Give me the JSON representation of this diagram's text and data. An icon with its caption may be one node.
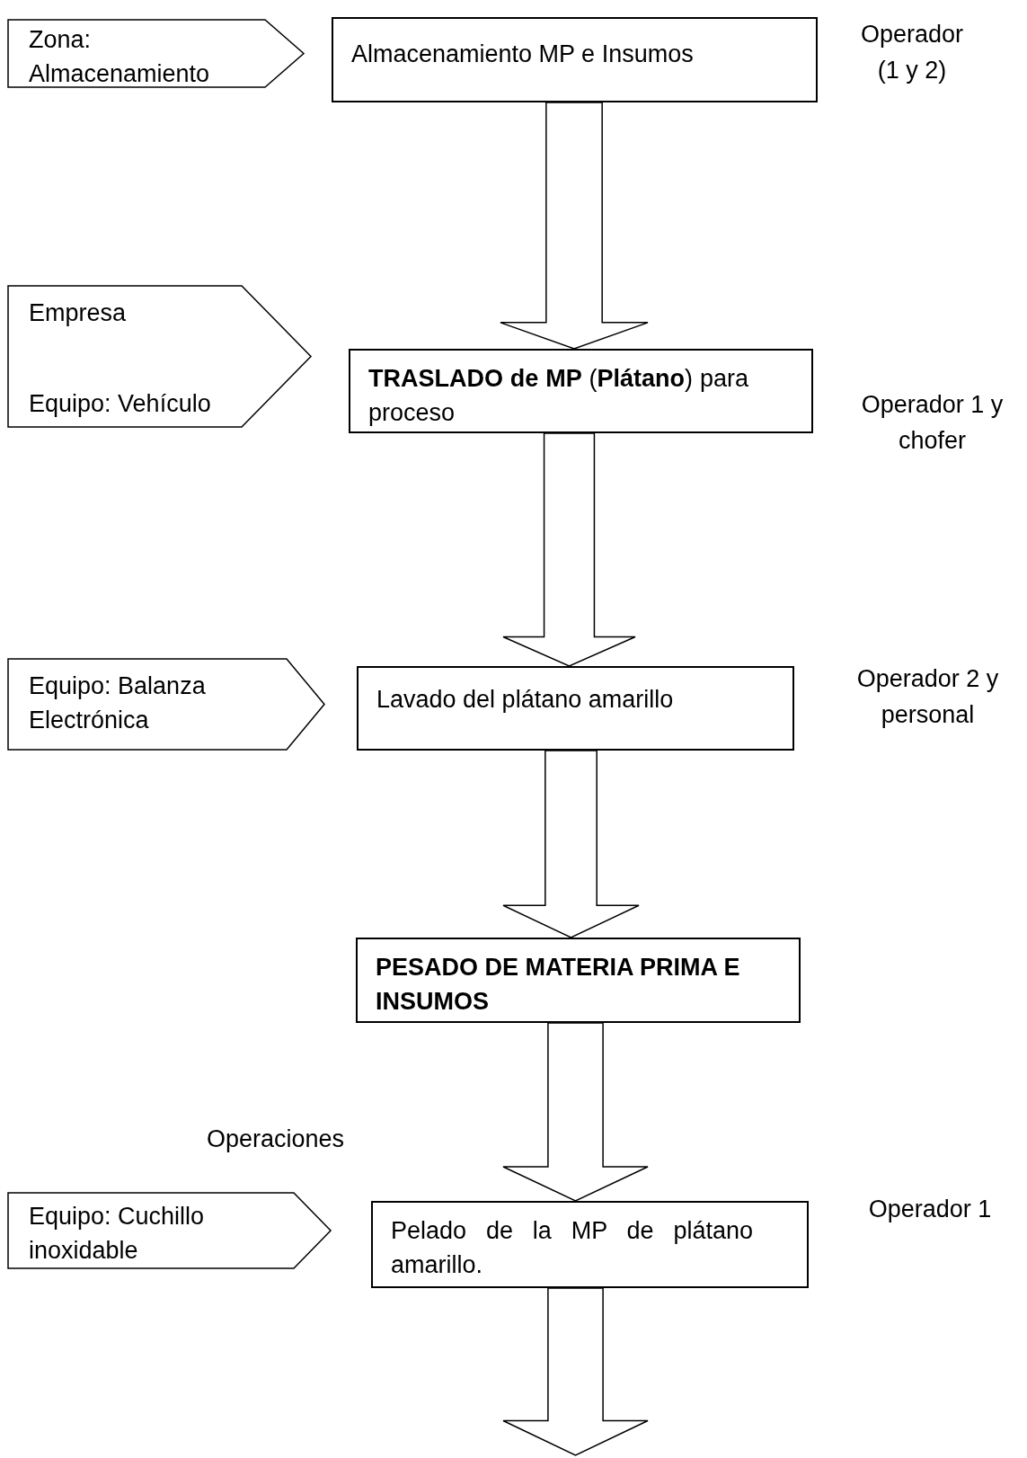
{
  "diagram": {
    "nodes": [
      {
        "text": [
          "Zona: Almacenamiento"
        ]
      },
      {
        "text": [
          "Almacenamiento MP e Insumos"
        ],
        "beside": [
          "Operador (1 y 2)"
        ]
      },
      {
        "text": [
          "Empresa",
          "Equipo: Vehículo"
        ]
      },
      {
        "text": [
          "**TRASLADO de MP** (**Plátano**) para proceso"
        ],
        "beside": [
          "Operador 1 y chofer"
        ]
      },
      {
        "text": [
          "Equipo: Balanza Electrónica"
        ]
      },
      {
        "text": [
          "Lavado del plátano amarillo"
        ],
        "beside": [
          "Operador 2 y personal"
        ]
      },
      {
        "text": [
          "PESADO DE MATERIA PRIMA E INSUMOS"
        ]
      },
      {
        "text": [
          "Equipo: Cuchillo inoxidable"
        ]
      },
      {
        "text": [
          "Pelado de la MP de plátano amarillo."
        ],
        "beside": [
          "Operador 1"
        ]
      }
    ],
    "edges": [
      {
        "from": 1,
        "to": 3,
        "arrow": "to"
      },
      {
        "from": 3,
        "to": 5,
        "arrow": "to"
      },
      {
        "from": 5,
        "to": 6,
        "arrow": "to"
      },
      {
        "from": 6,
        "to": 8,
        "arrow": "to"
      },
      {
        "from": 8,
        "to": null,
        "arrow": "to"
      }
    ],
    "labels": [
      "Operaciones"
    ]
  }
}
